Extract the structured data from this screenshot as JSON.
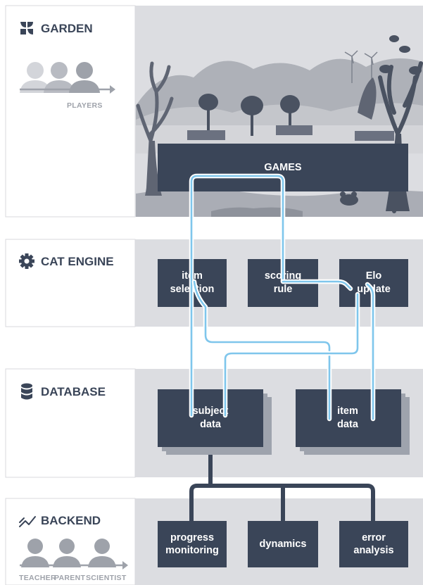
{
  "sections": {
    "garden": {
      "title": "GARDEN",
      "caption": "PLAYERS"
    },
    "cat_engine": {
      "title": "CAT ENGINE"
    },
    "database": {
      "title": "DATABASE"
    },
    "backend": {
      "title": "BACKEND",
      "roles": [
        "TEACHER",
        "PARENT",
        "SCIENTIST"
      ]
    }
  },
  "boxes": {
    "games": "GAMES",
    "item_selection": [
      "item",
      "selection"
    ],
    "scoring_rule": [
      "scoring",
      "rule"
    ],
    "elo_update": [
      "Elo",
      "update"
    ],
    "subject_data": [
      "subject",
      "data"
    ],
    "item_data": [
      "item",
      "data"
    ],
    "progress_monitoring": [
      "progress",
      "monitoring"
    ],
    "dynamics": "dynamics",
    "error_analysis": [
      "error",
      "analysis"
    ]
  },
  "colors": {
    "box": "#3a4558",
    "flow_line": "#7fc6ec",
    "panel": "#dcdde1",
    "muted_text": "#9ea2aa"
  },
  "icons": {
    "garden": "pinwheel-icon",
    "cat_engine": "gear-icon",
    "database": "database-icon",
    "backend": "trend-line-icon",
    "players": "player-avatars-icon",
    "backend_people": "person-avatars-icon"
  }
}
